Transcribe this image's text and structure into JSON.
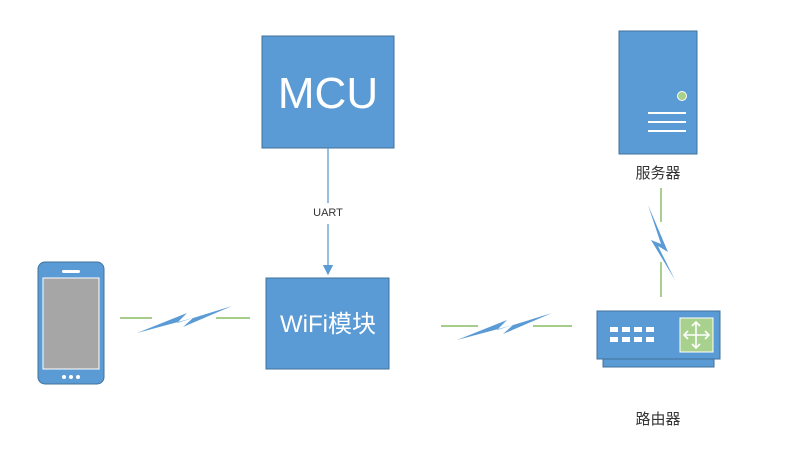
{
  "nodes": {
    "mcu": {
      "label": "MCU"
    },
    "wifi_module": {
      "label": "WiFi模块"
    },
    "server": {
      "caption": "服务器"
    },
    "router": {
      "caption": "路由器"
    },
    "phone": {
      "caption": ""
    }
  },
  "connections": {
    "mcu_to_wifi": {
      "label": "UART"
    }
  },
  "colors": {
    "box_fill": "#5b9bd5",
    "box_stroke": "#41719c",
    "wireless_line": "#70ad47",
    "wire_line": "#5b9bd5",
    "phone_screen": "#a6a6a6",
    "server_led": "#a9d18e",
    "router_panel": "#a9d18e"
  }
}
